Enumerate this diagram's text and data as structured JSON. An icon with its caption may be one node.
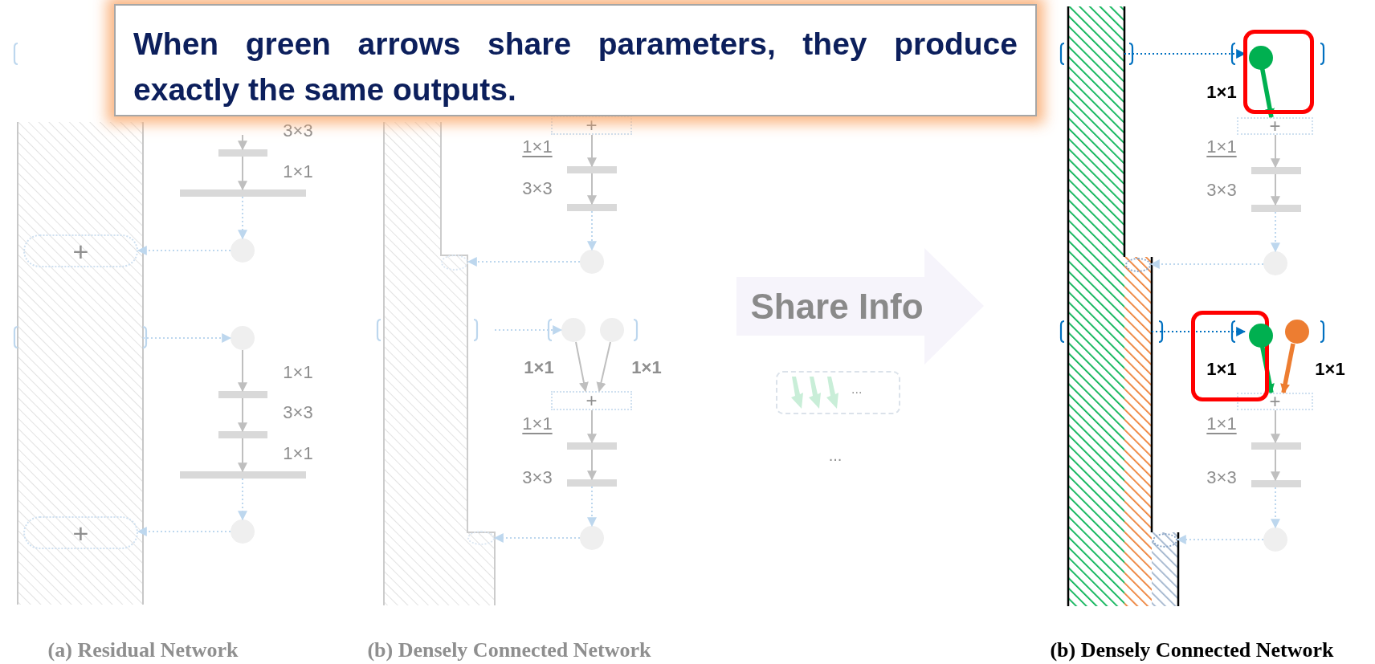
{
  "diagram": {
    "nodes": [
      {
        "text": [
          "When green arrows share parameters, they produce exactly the same outputs."
        ]
      },
      {
        "text": [],
        "shape": "bar"
      },
      {
        "text": [
          "+"
        ],
        "in": 1
      },
      {
        "text": [
          "+"
        ],
        "in": 1
      },
      {
        "text": [],
        "shape": "bar"
      },
      {
        "text": [],
        "shape": "bar"
      },
      {
        "text": [],
        "shape": "circle"
      },
      {
        "text": [],
        "shape": "circle"
      },
      {
        "text": [],
        "shape": "bar"
      },
      {
        "text": [],
        "shape": "bar"
      },
      {
        "text": [],
        "shape": "bar"
      },
      {
        "text": [],
        "shape": "circle"
      },
      {
        "text": [],
        "shape": "bar"
      },
      {
        "text": [],
        "shape": "ellipse",
        "in": 12
      },
      {
        "text": [],
        "shape": "ellipse",
        "in": 12
      },
      {
        "text": [
          "+"
        ]
      },
      {
        "text": [],
        "shape": "bar"
      },
      {
        "text": [],
        "shape": "bar"
      },
      {
        "text": [],
        "shape": "circle"
      },
      {
        "text": [],
        "shape": "circle"
      },
      {
        "text": [],
        "shape": "circle"
      },
      {
        "text": [
          "+"
        ]
      },
      {
        "text": [],
        "shape": "bar"
      },
      {
        "text": [],
        "shape": "bar"
      },
      {
        "text": [],
        "shape": "circle"
      },
      {
        "text": [
          "Share Info"
        ]
      },
      {
        "text": [
          "..."
        ]
      },
      {
        "text": [],
        "shape": "bar"
      },
      {
        "text": [],
        "shape": "ellipse",
        "in": 43
      },
      {
        "text": [],
        "shape": "ellipse",
        "in": 44
      },
      {
        "text": [],
        "shape": "box"
      },
      {
        "text": [],
        "shape": "circle",
        "in": 30
      },
      {
        "text": [
          "+"
        ]
      },
      {
        "text": [],
        "shape": "bar"
      },
      {
        "text": [],
        "shape": "bar"
      },
      {
        "text": [],
        "shape": "circle"
      },
      {
        "text": [],
        "shape": "box"
      },
      {
        "text": [],
        "shape": "circle",
        "in": 36
      },
      {
        "text": [],
        "shape": "circle"
      },
      {
        "text": [
          "+"
        ]
      },
      {
        "text": [],
        "shape": "bar"
      },
      {
        "text": [],
        "shape": "bar"
      },
      {
        "text": [],
        "shape": "circle"
      },
      {
        "text": [],
        "shape": "bar"
      },
      {
        "text": [],
        "shape": "bar"
      }
    ],
    "edges": [
      {
        "from": null,
        "to": 4,
        "arrow": "to"
      },
      {
        "from": 4,
        "to": 5,
        "arrow": "to"
      },
      {
        "from": 5,
        "to": 6,
        "arrow": "to",
        "style": "dashed",
        "color": "#bdd7ee"
      },
      {
        "from": 6,
        "to": 2,
        "arrow": "to",
        "style": "dashed",
        "color": "#bdd7ee"
      },
      {
        "from": 1,
        "to": 7,
        "arrow": "to",
        "style": "dashed",
        "color": "#bdd7ee"
      },
      {
        "from": 7,
        "to": 8,
        "arrow": "to"
      },
      {
        "from": 8,
        "to": 9,
        "arrow": "to"
      },
      {
        "from": 9,
        "to": 10,
        "arrow": "to"
      },
      {
        "from": 10,
        "to": 11,
        "arrow": "to",
        "style": "dashed",
        "color": "#bdd7ee"
      },
      {
        "from": 11,
        "to": 3,
        "arrow": "to",
        "style": "dashed",
        "color": "#bdd7ee"
      },
      {
        "from": 15,
        "to": 16,
        "arrow": "to"
      },
      {
        "from": 16,
        "to": 17,
        "arrow": "to"
      },
      {
        "from": 17,
        "to": 18,
        "arrow": "to",
        "style": "dashed",
        "color": "#bdd7ee"
      },
      {
        "from": 18,
        "to": 13,
        "arrow": "to",
        "style": "dashed",
        "color": "#bdd7ee"
      },
      {
        "from": 12,
        "to": 19,
        "arrow": "to",
        "style": "dashed",
        "color": "#bdd7ee"
      },
      {
        "from": 19,
        "to": 21,
        "arrow": "to",
        "label": "1×1"
      },
      {
        "from": 20,
        "to": 21,
        "arrow": "to",
        "label": "1×1"
      },
      {
        "from": 21,
        "to": 22,
        "arrow": "to"
      },
      {
        "from": 22,
        "to": 23,
        "arrow": "to"
      },
      {
        "from": 23,
        "to": 24,
        "arrow": "to",
        "style": "dashed",
        "color": "#bdd7ee"
      },
      {
        "from": 24,
        "to": 14,
        "arrow": "to",
        "style": "dashed",
        "color": "#bdd7ee"
      },
      {
        "from": 27,
        "to": 31,
        "arrow": "to",
        "style": "dashed",
        "color": "#0070c0"
      },
      {
        "from": 31,
        "to": 32,
        "arrow": "to",
        "label": "1×1",
        "style": "thick",
        "color": "#00b050"
      },
      {
        "from": 32,
        "to": 33,
        "arrow": "to"
      },
      {
        "from": 33,
        "to": 34,
        "arrow": "to"
      },
      {
        "from": 34,
        "to": 35,
        "arrow": "to",
        "style": "dashed",
        "color": "#bdd7ee"
      },
      {
        "from": 35,
        "to": 28,
        "arrow": "to",
        "style": "dashed",
        "color": "#bdd7ee"
      },
      {
        "from": 43,
        "to": 37,
        "arrow": "to",
        "style": "dashed",
        "color": "#0070c0"
      },
      {
        "from": 37,
        "to": 39,
        "arrow": "to",
        "label": "1×1",
        "style": "thick",
        "color": "#00b050"
      },
      {
        "from": 38,
        "to": 39,
        "arrow": "to",
        "label": "1×1",
        "style": "thick",
        "color": "#ed7d31"
      },
      {
        "from": 39,
        "to": 40,
        "arrow": "to"
      },
      {
        "from": 40,
        "to": 41,
        "arrow": "to"
      },
      {
        "from": 41,
        "to": 42,
        "arrow": "to",
        "style": "dashed",
        "color": "#bdd7ee"
      },
      {
        "from": 42,
        "to": 29,
        "arrow": "to",
        "style": "dashed",
        "color": "#bdd7ee"
      }
    ],
    "labels": [
      "3×3",
      "1×1",
      "1×1",
      "3×3",
      "1×1",
      "1×1",
      "3×3",
      "1×1",
      "3×3",
      "...",
      "1×1",
      "3×3",
      "1×1",
      "3×3",
      "(a) Residual Network",
      "(b) Densely Connected Network",
      "(b) Densely Connected Network"
    ]
  }
}
